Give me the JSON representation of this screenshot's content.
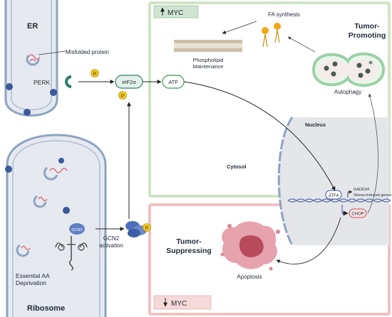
{
  "labels": {
    "er": "ER",
    "misfolded_protein": "Misfolded protein",
    "perk": "PERK",
    "p": "P",
    "eif2a": "eIF2α",
    "atf": "ATF",
    "myc_up": "MYC",
    "myc_down": "MYC",
    "fa_synthesis": "FA synthesis",
    "phospholipid_line1": "Phospholipid",
    "phospholipid_line2": "Maintenance",
    "tumor_promoting_line1": "Tumor-",
    "tumor_promoting_line2": "Promoting",
    "autophagy": "Autophagy",
    "nucleus": "Nucleus",
    "cytosol": "Cytosol",
    "atf4": "ATF4",
    "gadd34": "GADD34",
    "stress_genes": "Stress-induced genes",
    "chop": "CHOP",
    "gcn2": "GCN2",
    "gcn2_activation_line1": "GCN2",
    "gcn2_activation_line2": "activation",
    "tumor_suppressing_line1": "Tumor-",
    "tumor_suppressing_line2": "Suppressing",
    "apoptosis": "Apoptosis",
    "essential_aa_line1": "Essential AA",
    "essential_aa_line2": "Deprivation",
    "ribosome": "Ribosome"
  },
  "colors": {
    "promoting_border": "#cfe5c4",
    "suppressing_border": "#f2c1c1",
    "organelle_fill": "#e6e9ef",
    "organelle_border": "#8ea3c3",
    "nucleus_fill": "#e4e6ea",
    "p_badge": "#f5c518",
    "eif2a_fill": "#e3f0ea",
    "atf_border": "#5fa36a",
    "myc_up_fill": "#cfe5d2",
    "myc_down_fill": "#f6d9d9",
    "apoptosis": "#c96272"
  }
}
